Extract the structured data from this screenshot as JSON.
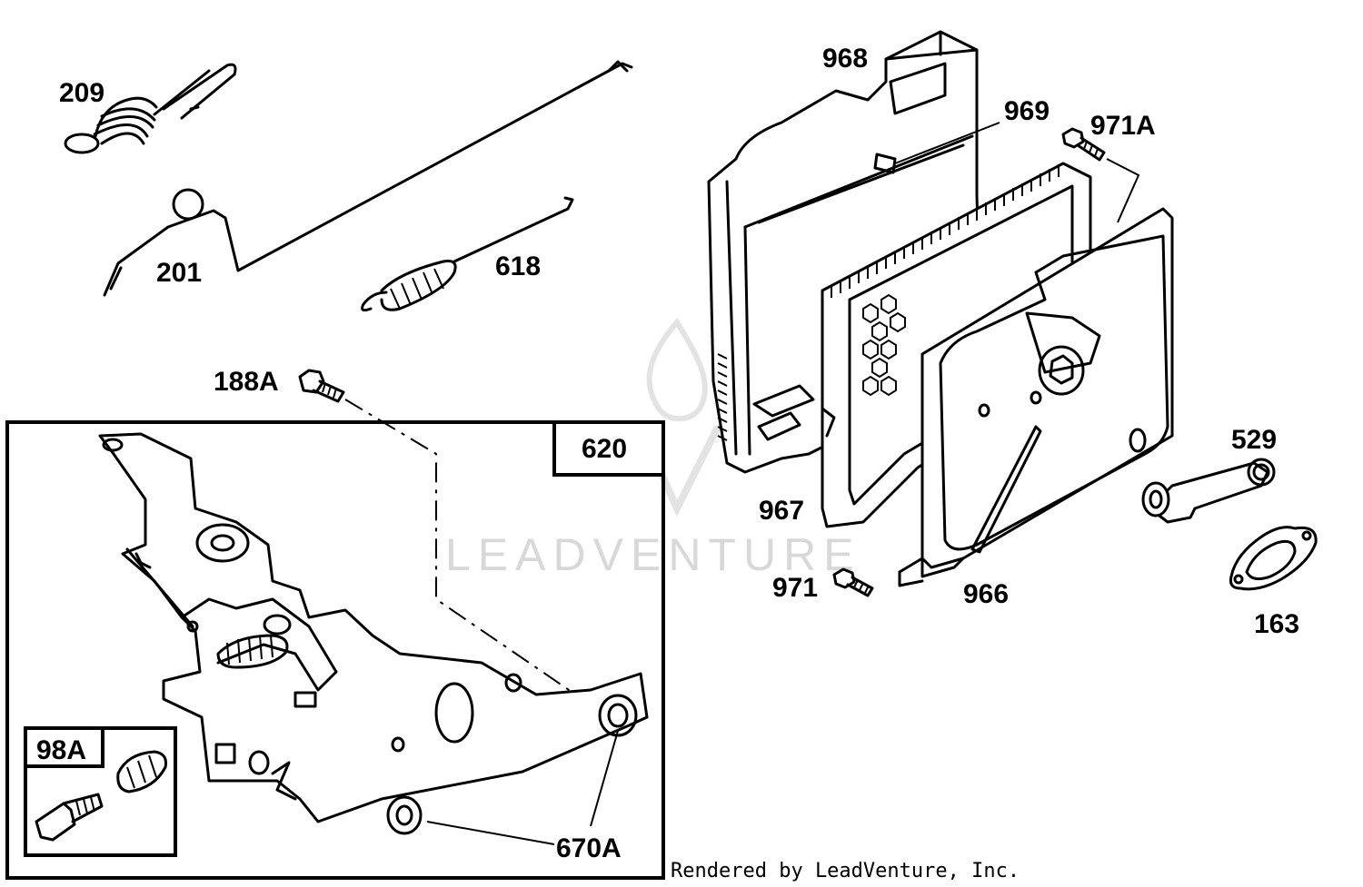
{
  "labels": {
    "p209": "209",
    "p201": "201",
    "p618": "618",
    "p188a": "188A",
    "p620": "620",
    "p98a": "98A",
    "p670a": "670A",
    "p968": "968",
    "p969": "969",
    "p971a": "971A",
    "p967": "967",
    "p971": "971",
    "p966": "966",
    "p529": "529",
    "p163": "163"
  },
  "watermark": "LEADVENTURE",
  "footer": "Rendered by LeadVenture, Inc.",
  "colors": {
    "ink": "#000000",
    "watermark": "#d8d8d8"
  }
}
